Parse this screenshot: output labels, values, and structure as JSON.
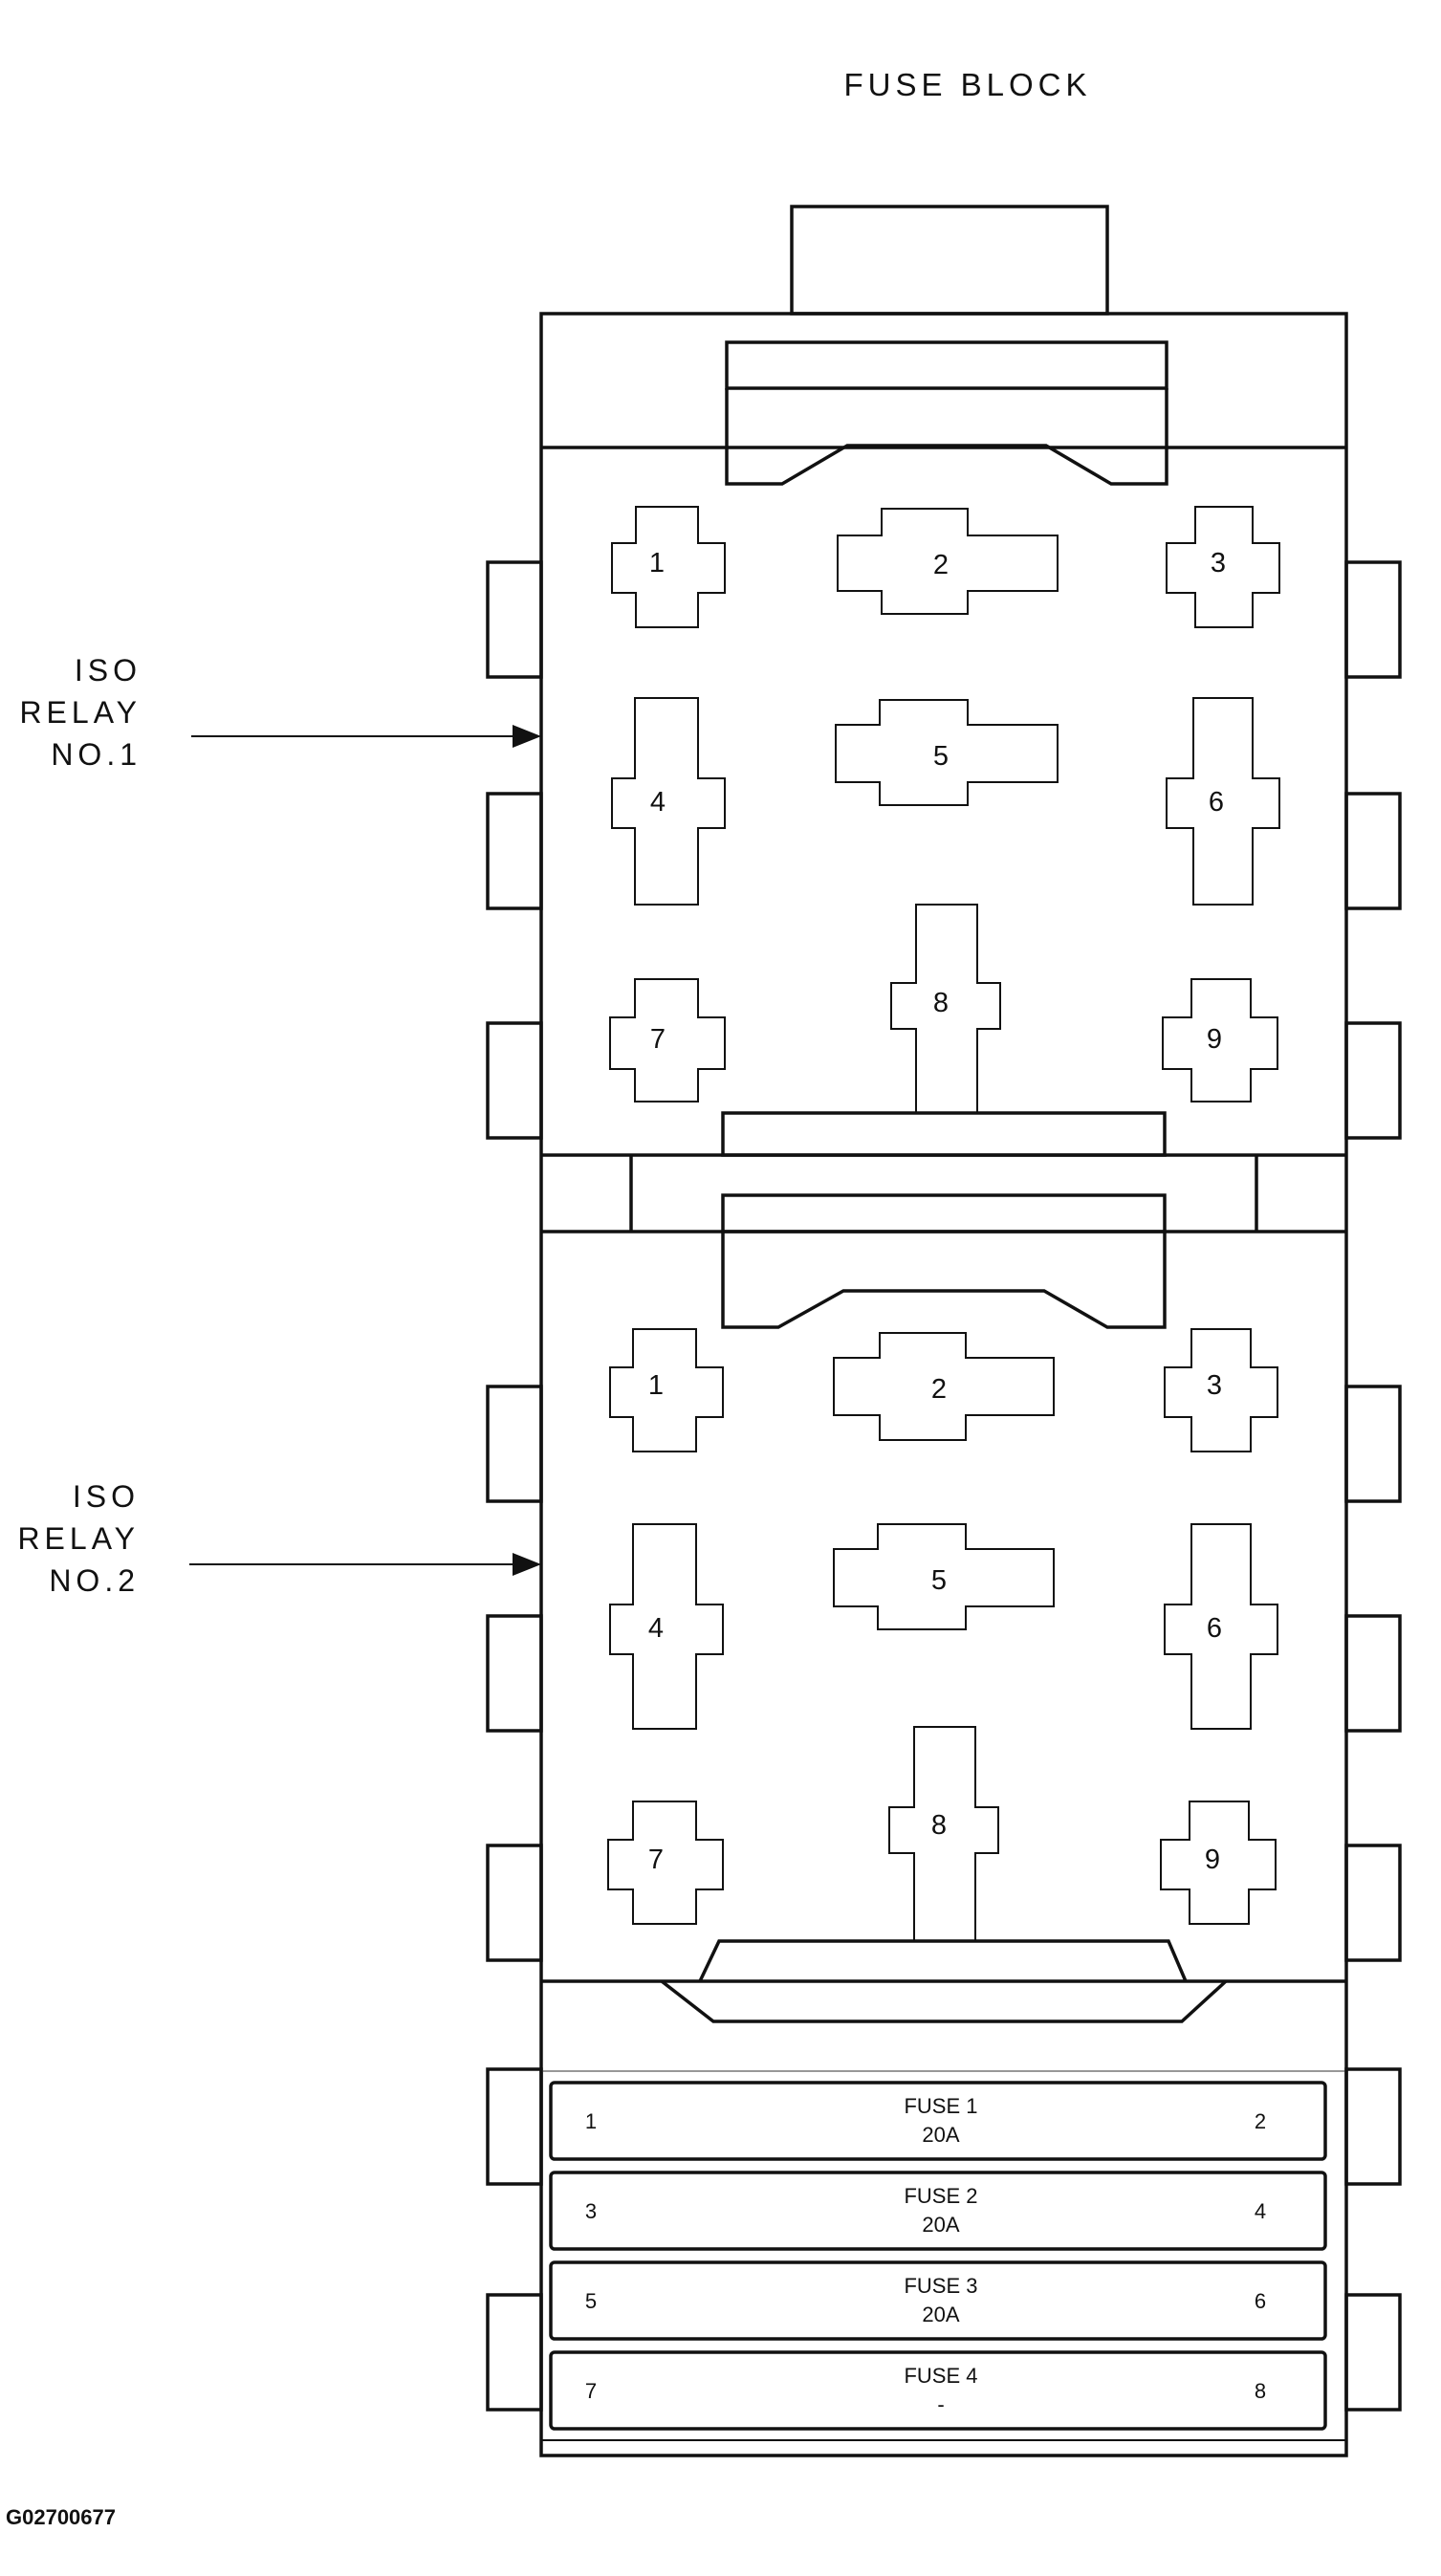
{
  "title": "FUSE BLOCK",
  "relays": [
    {
      "label_lines": [
        "ISO",
        "RELAY",
        "NO.1"
      ],
      "pins": [
        "1",
        "2",
        "3",
        "4",
        "5",
        "6",
        "7",
        "8",
        "9"
      ]
    },
    {
      "label_lines": [
        "ISO",
        "RELAY",
        "NO.2"
      ],
      "pins": [
        "1",
        "2",
        "3",
        "4",
        "5",
        "6",
        "7",
        "8",
        "9"
      ]
    }
  ],
  "fuses": [
    {
      "name": "FUSE 1",
      "rating": "20A",
      "left_pin": "1",
      "right_pin": "2"
    },
    {
      "name": "FUSE 2",
      "rating": "20A",
      "left_pin": "3",
      "right_pin": "4"
    },
    {
      "name": "FUSE 3",
      "rating": "20A",
      "left_pin": "5",
      "right_pin": "6"
    },
    {
      "name": "FUSE 4",
      "rating": "-",
      "left_pin": "7",
      "right_pin": "8"
    }
  ],
  "figure_id": "G02700677"
}
